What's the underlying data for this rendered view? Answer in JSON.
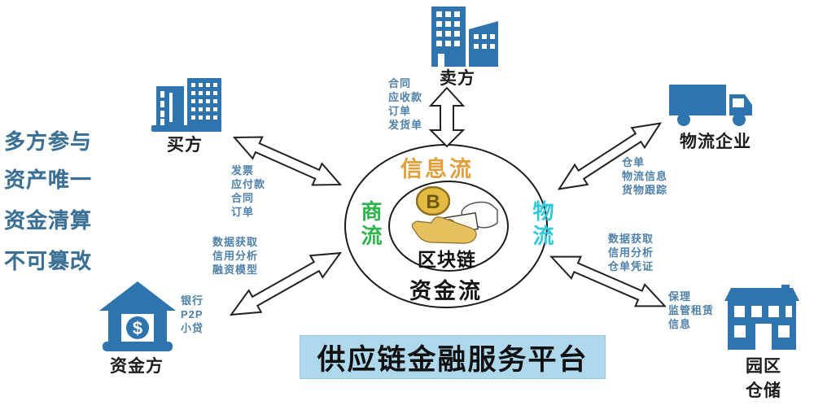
{
  "title": "供应链金融服务平台",
  "left_features": [
    "多方参与",
    "资产唯一",
    "资金清算",
    "不可篡改"
  ],
  "center": {
    "core_label": "区块链",
    "flow_top": "信息流",
    "flow_left": "商流",
    "flow_right": "物流",
    "flow_bottom": "资金流",
    "coin_letter": "B"
  },
  "entities": {
    "seller": {
      "label": "卖方",
      "docs": [
        "合同",
        "应收款",
        "订单",
        "发货单"
      ]
    },
    "buyer": {
      "label": "买方",
      "docs": [
        "发票",
        "应付款",
        "合同",
        "订单"
      ]
    },
    "logistics": {
      "label": "物流企业",
      "docs": [
        "仓单",
        "物流信息",
        "货物跟踪"
      ]
    },
    "funder": {
      "label": "资金方",
      "docs": [
        "数据获取",
        "信用分析",
        "融资模型"
      ],
      "types": [
        "银行",
        "P2P",
        "小贷"
      ],
      "currency_symbol": "$"
    },
    "warehouse": {
      "label": "园区仓储",
      "docs": [
        "数据获取",
        "信用分析",
        "仓单凭证"
      ],
      "services": [
        "保理",
        "监管租赁",
        "信息"
      ]
    }
  },
  "colors": {
    "icon_blue": "#2e74ae",
    "flow_top_orange": "#e2a03d",
    "flow_left_green": "#2db54b",
    "flow_right_cyan": "#30c8dc",
    "small_text_blue": "#4f81aa",
    "banner_bg": "#aed9ec",
    "coin_gold": "#e3ba42"
  }
}
